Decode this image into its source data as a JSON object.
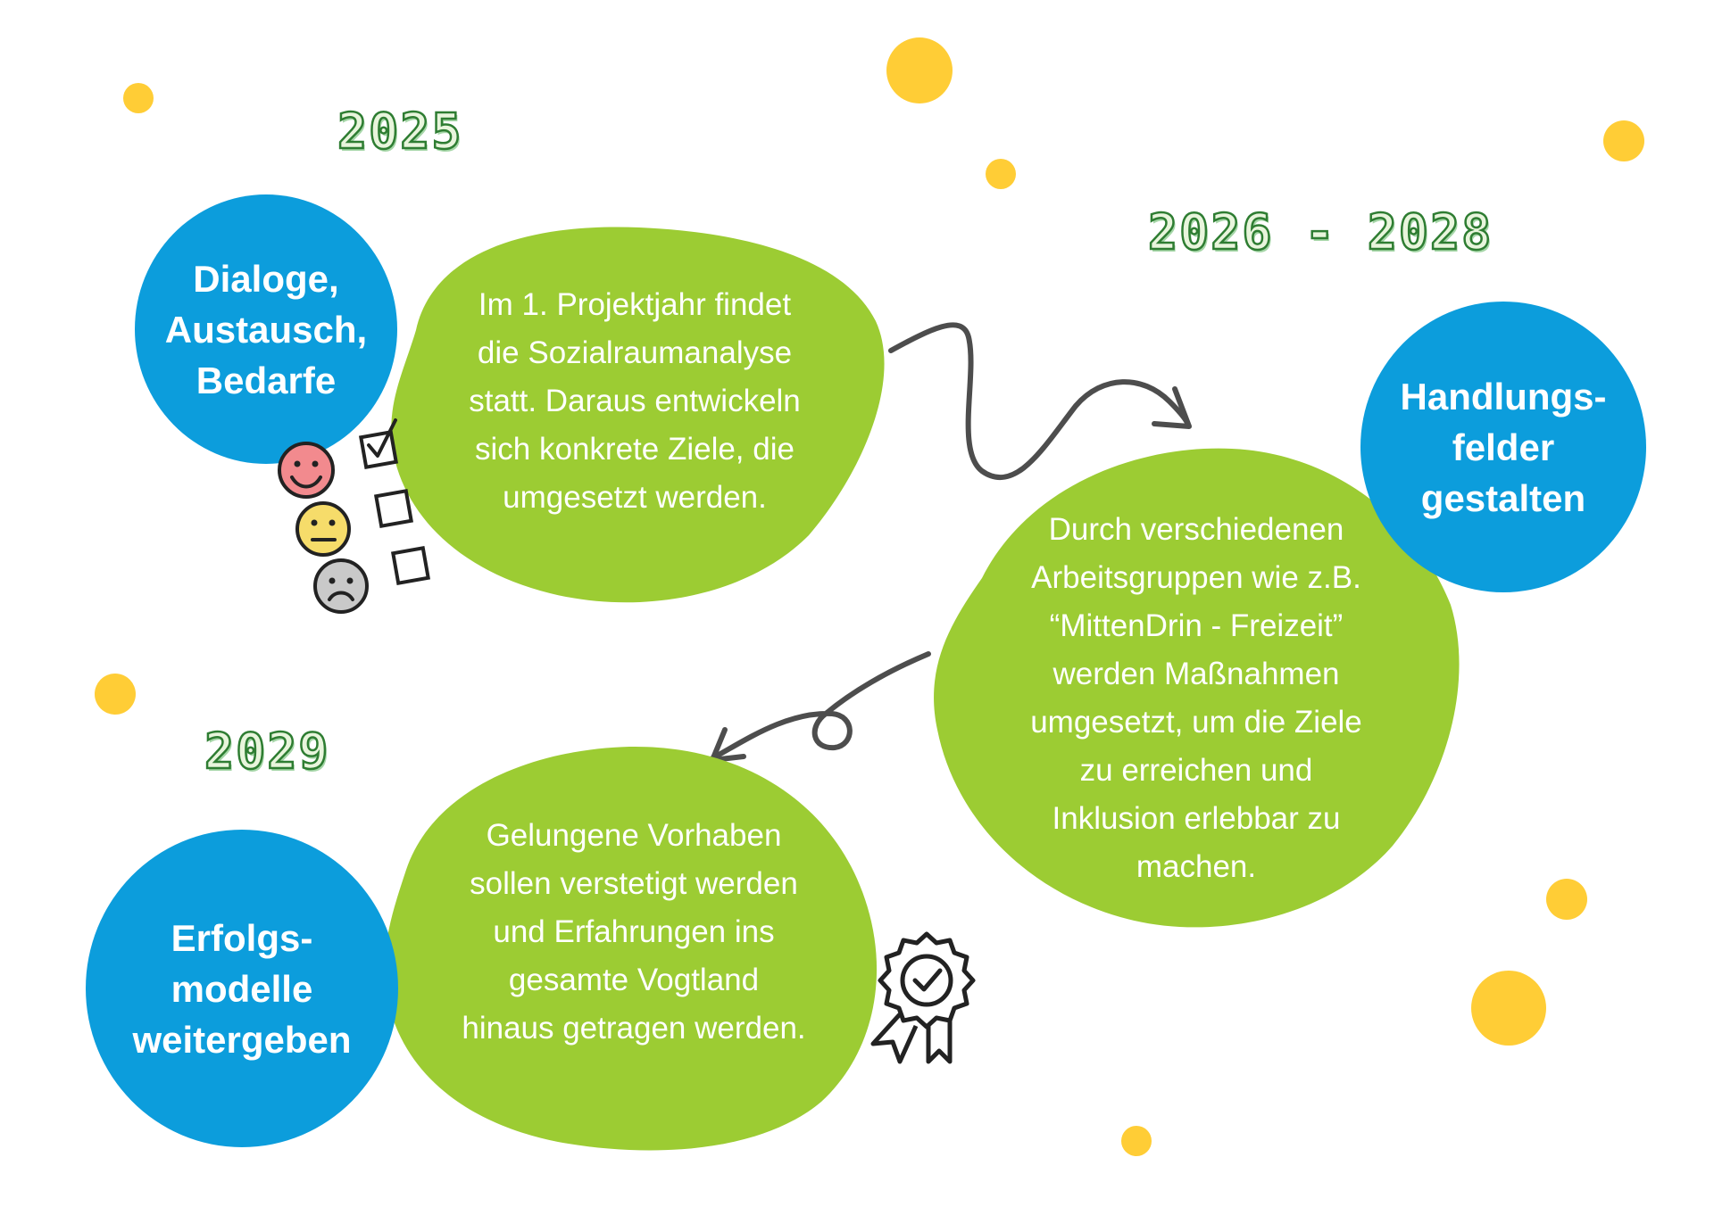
{
  "colors": {
    "green_blob": "#9ccc33",
    "blue_circle": "#0c9ddc",
    "yellow_dot": "#ffcd36",
    "year_outline": "#2e7d32",
    "arrow": "#4d4d4d"
  },
  "years": {
    "y2025": "2025",
    "y2026_2028": "2026 - 2028",
    "y2029": "2029"
  },
  "steps": [
    {
      "heading": "Dialoge,\nAustausch,\nBedarfe",
      "body": "Im 1. Projektjahr findet\ndie Sozialraumanalyse\nstatt. Daraus entwickeln\nsich konkrete Ziele, die\numgesetzt werden.",
      "icon": "smiley-feedback-checklist-icon"
    },
    {
      "heading": "Handlungs-\nfelder\ngestalten",
      "body": "Durch verschiedenen\nArbeitsgruppen wie z.B.\n“MittenDrin - Freizeit”\nwerden Maßnahmen\numgesetzt, um die Ziele\nzu erreichen und\nInklusion erlebbar zu\nmachen.",
      "icon": null
    },
    {
      "heading": "Erfolgs-\nmodelle\nweitergeben",
      "body": "Gelungene Vorhaben\nsollen verstetigt werden\nund Erfahrungen ins\ngesamte Vogtland\nhinaus getragen werden.",
      "icon": "award-rosette-icon"
    }
  ],
  "connectors": [
    "curly-arrow-right-icon",
    "curly-arrow-left-icon"
  ]
}
